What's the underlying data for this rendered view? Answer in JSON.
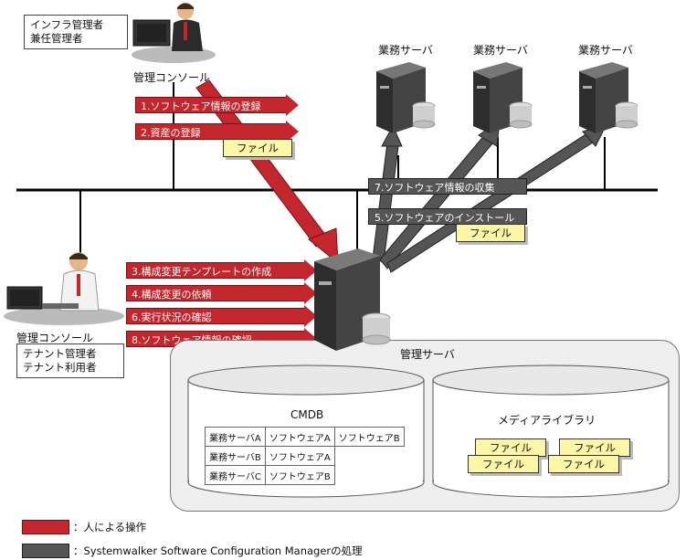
{
  "roles": {
    "infra_admin": [
      "インフラ管理者",
      "兼任管理者"
    ],
    "tenant": [
      "テナント管理者",
      "テナント利用者"
    ]
  },
  "consoles": {
    "top_label": "管理コンソール",
    "bottom_label": "管理コンソール"
  },
  "servers": {
    "business_label": "業務サーバ",
    "management_label": "管理サーバ"
  },
  "steps": {
    "s1": "1.ソフトウェア情報の登録",
    "s2": "2.資産の登録",
    "s3": "3.構成変更テンプレートの作成",
    "s4": "4.構成変更の依頼",
    "s5": "5.ソフトウェアのインストール",
    "s6": "6.実行状況の確認",
    "s7": "7.ソフトウェア情報の収集",
    "s8": "8.ソフトウェア情報の確認"
  },
  "file_label": "ファイル",
  "cmdb": {
    "title": "CMDB",
    "rows": [
      [
        "業務サーバA",
        "ソフトウェアA",
        "ソフトウェアB"
      ],
      [
        "業務サーバB",
        "ソフトウェアA",
        ""
      ],
      [
        "業務サーバC",
        "ソフトウェアB",
        ""
      ]
    ]
  },
  "media_library": {
    "title": "メディアライブラリ"
  },
  "legend": {
    "human": "：人による操作",
    "system": "：Systemwalker Software Configuration Managerの処理"
  },
  "colors": {
    "human_op": "#c4262e",
    "system_op": "#555555",
    "file_note": "#fbf7a6"
  }
}
